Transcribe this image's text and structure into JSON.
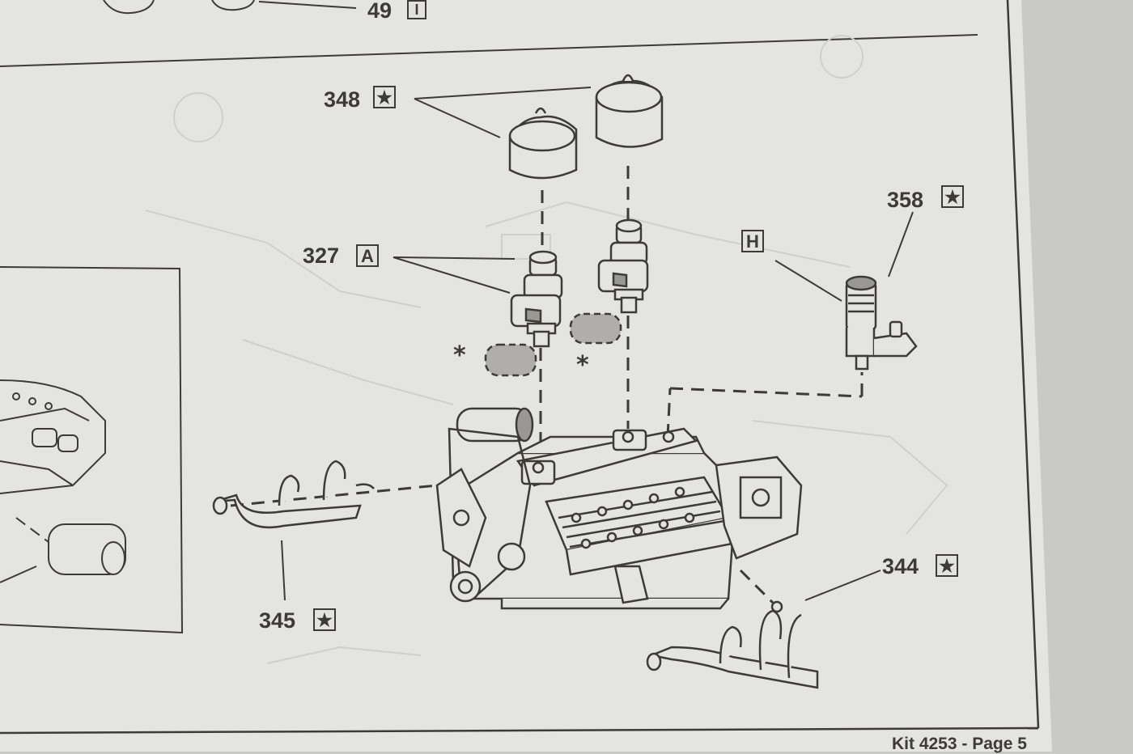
{
  "callouts": {
    "p49": {
      "number": "49",
      "badge": "I"
    },
    "p348": {
      "number": "348",
      "badge": "★"
    },
    "p327": {
      "number": "327",
      "badge": "A"
    },
    "p358": {
      "number": "358",
      "badge": "★"
    },
    "pH": {
      "badge": "H"
    },
    "p344": {
      "number": "344",
      "badge": "★"
    },
    "p345": {
      "number": "345",
      "badge": "★"
    }
  },
  "asterisk": "*",
  "footer": {
    "text": "Kit 4253 - Page 5"
  },
  "colors": {
    "paper": "#e4e4e1",
    "ink": "#3e3a36",
    "shade": "#9a9894",
    "ghost": "#cfcfcc"
  }
}
